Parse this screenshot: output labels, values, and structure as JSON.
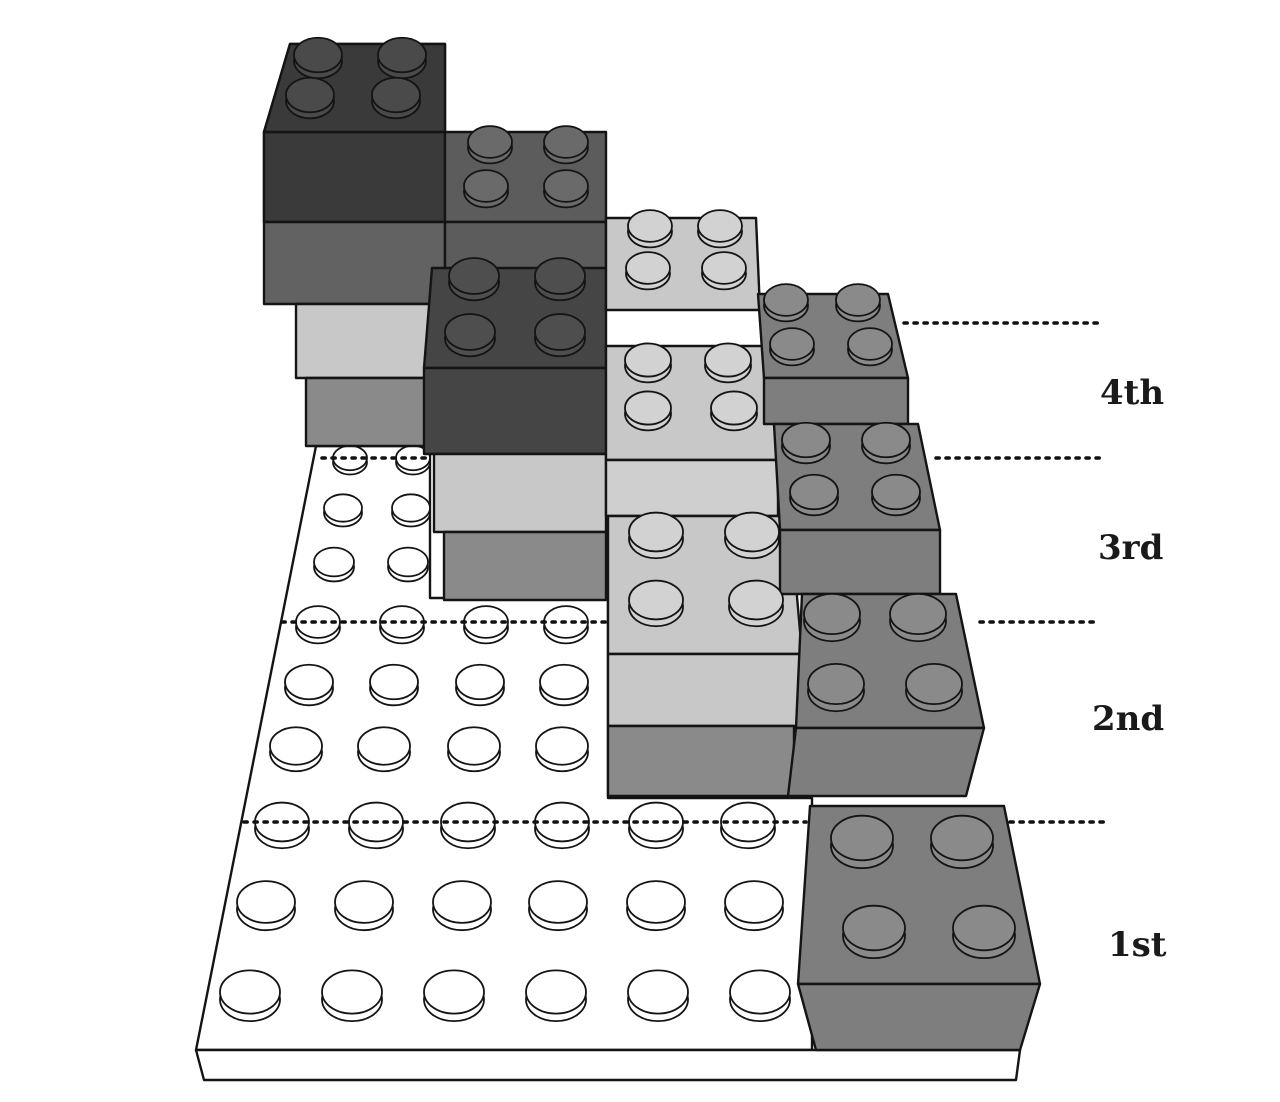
{
  "tiers": [
    {
      "label": "1st"
    },
    {
      "label": "2nd"
    },
    {
      "label": "3rd"
    },
    {
      "label": "4th"
    }
  ],
  "colors": {
    "baseplate": "#ffffff",
    "dark": "#3a3a3a",
    "mid_dark": "#5e5e5e",
    "mid": "#828282",
    "light": "#c8c8c8",
    "outline": "#141414"
  }
}
